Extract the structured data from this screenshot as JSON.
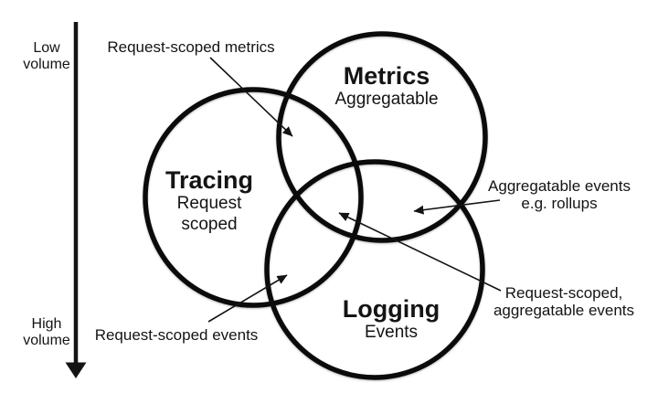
{
  "axis": {
    "low": {
      "line1": "Low",
      "line2": "volume"
    },
    "high": {
      "line1": "High",
      "line2": "volume"
    }
  },
  "circles": {
    "tracing": {
      "title": "Tracing",
      "subtitle_line1": "Request",
      "subtitle_line2": "scoped"
    },
    "metrics": {
      "title": "Metrics",
      "subtitle": "Aggregatable"
    },
    "logging": {
      "title": "Logging",
      "subtitle": "Events"
    }
  },
  "annotations": {
    "request_scoped_metrics": {
      "text": "Request-scoped metrics"
    },
    "aggregatable_events": {
      "line1": "Aggregatable events",
      "line2": "e.g. rollups"
    },
    "request_scoped_aggregatable": {
      "line1": "Request-scoped,",
      "line2": "aggregatable events"
    },
    "request_scoped_events": {
      "text": "Request-scoped events"
    }
  },
  "colors": {
    "ink": "#141414",
    "background": "#ffffff"
  }
}
